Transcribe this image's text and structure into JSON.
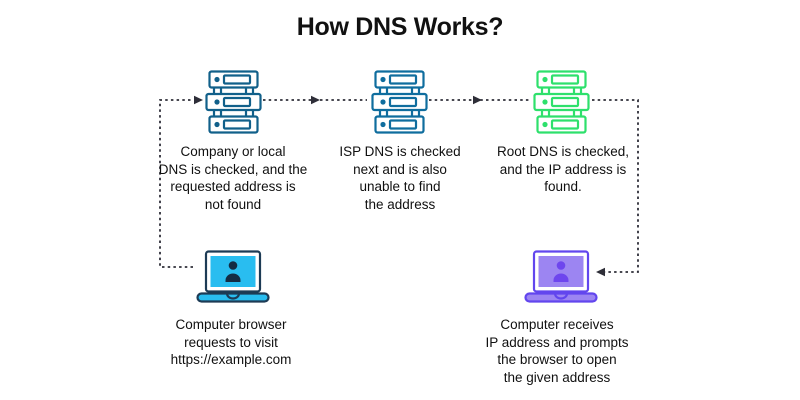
{
  "title": "How DNS Works?",
  "colors": {
    "connector": "#2e2e38",
    "server_local": "#11608a",
    "server_isp": "#0f6d9e",
    "server_root": "#2ee06c",
    "laptop_request_outline": "#1d3b55",
    "laptop_request_screen": "#29bdf0",
    "laptop_request_person": "#142c44",
    "laptop_receive_outline": "#6246ee",
    "laptop_receive_screen": "#9c85f2",
    "laptop_receive_person": "#6e46ee"
  },
  "steps": [
    {
      "id": "local-dns",
      "label": "Company or local\nDNS is checked, and the\nrequested address is\nnot found"
    },
    {
      "id": "isp-dns",
      "label": "ISP DNS is checked\nnext and is also\nunable to find\nthe address"
    },
    {
      "id": "root-dns",
      "label": "Root DNS is checked,\nand the IP address is\nfound."
    }
  ],
  "computers": [
    {
      "id": "request",
      "label": "Computer browser\nrequests to visit\nhttps://example.com"
    },
    {
      "id": "receive",
      "label": "Computer receives\nIP address and prompts\nthe browser to open\nthe given address"
    }
  ]
}
